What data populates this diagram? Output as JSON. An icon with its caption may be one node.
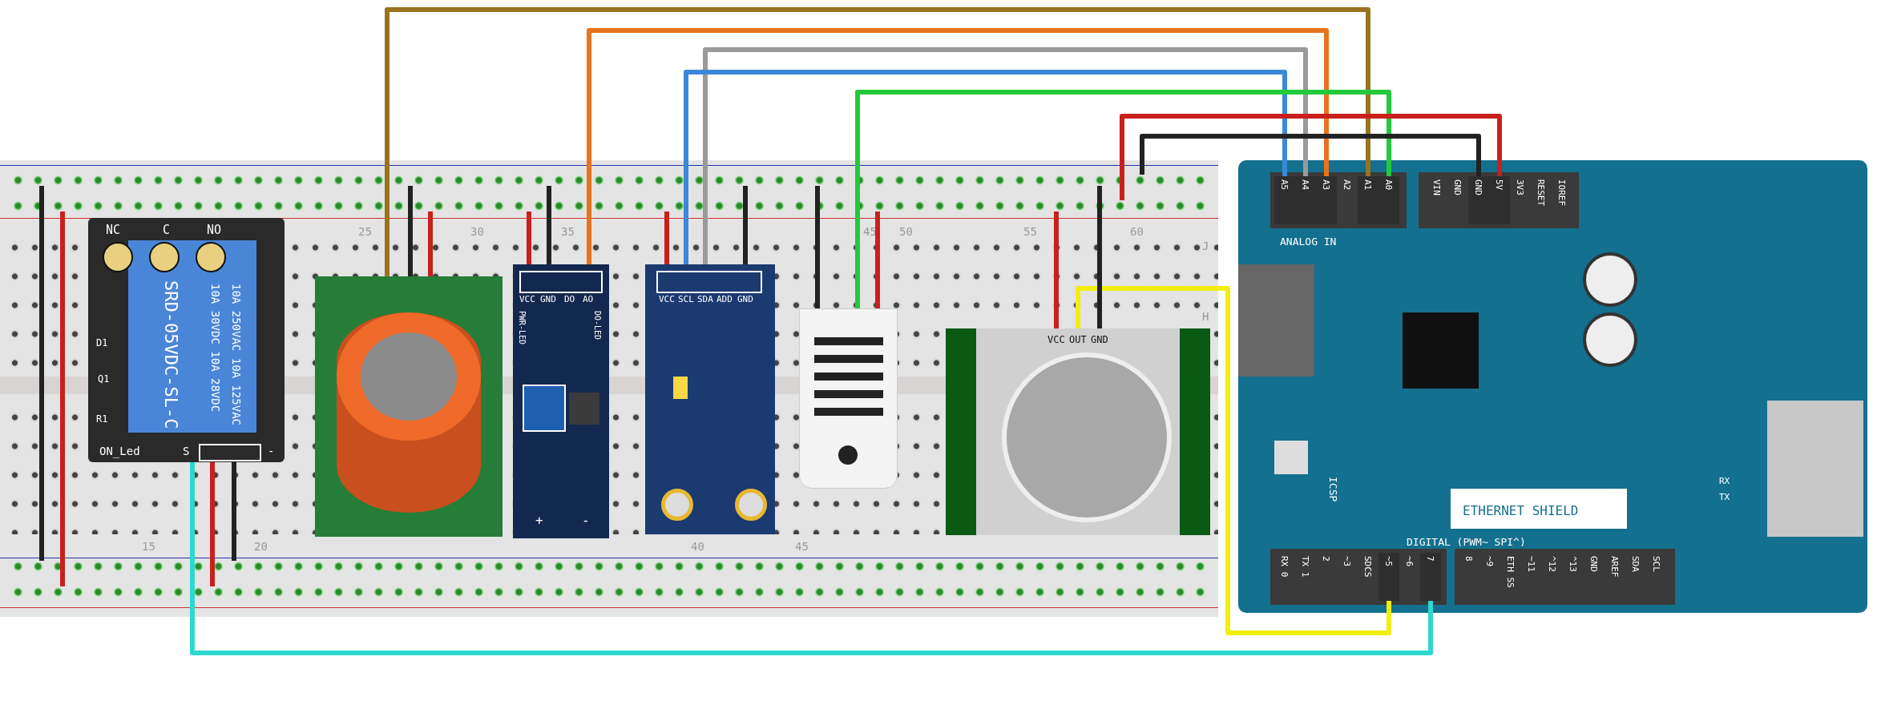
{
  "diagram": {
    "nodes": [
      {
        "text": [],
        "shape": "picture"
      },
      {
        "text": [],
        "shape": "bar",
        "in": 0
      },
      {
        "text": [],
        "shape": "bar",
        "in": 0
      },
      {
        "text": [],
        "shape": "bar",
        "in": 0
      },
      {
        "text": [],
        "shape": "bar",
        "in": 0
      },
      {
        "text": [
          "NC",
          "C",
          "NO",
          "10A 250VAC 10A 125VAC",
          "10A 30VDC 10A 28VDC",
          "SRD-05VDC-SL-C",
          "D1",
          "Q1",
          "R1",
          "ON_Led",
          "S",
          "-"
        ],
        "in": 0
      },
      {
        "text": [],
        "shape": "picture",
        "in": 0
      },
      {
        "text": [
          "VCC",
          "GND",
          "DO",
          "AO",
          "PWR-LED",
          "DO-LED",
          "+",
          "-"
        ],
        "in": 0
      },
      {
        "text": [
          "VCC",
          "SCL",
          "SDA",
          "ADD",
          "GND"
        ],
        "in": 0
      },
      {
        "text": [],
        "shape": "picture",
        "in": 0
      },
      {
        "text": [
          "VCC",
          "OUT",
          "GND"
        ],
        "in": 0
      },
      {
        "text": [
          "ANALOG IN",
          "A2",
          "VIN",
          "GND",
          "3V3",
          "RESET",
          "IOREF",
          "ICSP",
          "ETHERNET SHIELD",
          "DIGITAL (PWM~ SPI^)",
          "RX 0",
          "TX 1",
          "2",
          "~3",
          "SDCS",
          "~6",
          "8",
          "~9",
          "ETH SS",
          "~11",
          "^12",
          "^13",
          "GND",
          "AREF",
          "SDA",
          "SCL",
          "RX",
          "TX"
        ]
      },
      {
        "text": [
          "A5"
        ],
        "in": 11
      },
      {
        "text": [
          "A4"
        ],
        "in": 11
      },
      {
        "text": [
          "A3"
        ],
        "in": 11
      },
      {
        "text": [
          "A1"
        ],
        "in": 11
      },
      {
        "text": [
          "A0"
        ],
        "in": 11
      },
      {
        "text": [
          "GND"
        ],
        "in": 11
      },
      {
        "text": [
          "5V"
        ],
        "in": 11
      },
      {
        "text": [
          "~5"
        ],
        "in": 11
      },
      {
        "text": [
          "7"
        ],
        "in": 11
      }
    ],
    "edges": [
      {
        "from": 6,
        "to": 15,
        "arrow": "none",
        "color": "#9a7320"
      },
      {
        "from": 7,
        "to": 14,
        "arrow": "none",
        "color": "#e8731c"
      },
      {
        "from": 8,
        "to": 13,
        "arrow": "none",
        "color": "#9a9a9a"
      },
      {
        "from": 8,
        "to": 12,
        "arrow": "none",
        "color": "#3c88d8"
      },
      {
        "from": 9,
        "to": 16,
        "arrow": "none",
        "color": "#22c93a"
      },
      {
        "from": 2,
        "to": 18,
        "arrow": "none",
        "color": "#c8201c"
      },
      {
        "from": 1,
        "to": 17,
        "arrow": "none",
        "color": "#222222"
      },
      {
        "from": 10,
        "to": 19,
        "arrow": "none",
        "color": "#f2ee10"
      },
      {
        "from": 5,
        "to": 20,
        "arrow": "none",
        "color": "#2ed8d0"
      },
      {
        "from": 1,
        "to": 3,
        "arrow": "none",
        "color": "#222222"
      },
      {
        "from": 2,
        "to": 4,
        "arrow": "none",
        "color": "#c8201c"
      },
      {
        "from": 6,
        "to": 1,
        "arrow": "none",
        "color": "#222222"
      },
      {
        "from": 6,
        "to": 2,
        "arrow": "none",
        "color": "#c8201c"
      },
      {
        "from": 7,
        "to": 2,
        "arrow": "none",
        "color": "#c8201c"
      },
      {
        "from": 7,
        "to": 1,
        "arrow": "none",
        "color": "#222222"
      },
      {
        "from": 8,
        "to": 2,
        "arrow": "none",
        "color": "#c8201c"
      },
      {
        "from": 8,
        "to": 1,
        "arrow": "none",
        "color": "#222222"
      },
      {
        "from": 9,
        "to": 1,
        "arrow": "none",
        "color": "#222222"
      },
      {
        "from": 9,
        "to": 2,
        "arrow": "none",
        "color": "#c8201c"
      },
      {
        "from": 10,
        "to": 2,
        "arrow": "none",
        "color": "#c8201c"
      },
      {
        "from": 10,
        "to": 1,
        "arrow": "none",
        "color": "#222222"
      },
      {
        "from": 5,
        "to": 4,
        "arrow": "none",
        "color": "#c8201c"
      },
      {
        "from": 5,
        "to": 3,
        "arrow": "none",
        "color": "#222222"
      }
    ],
    "labels": [
      "25",
      "30",
      "35",
      "45",
      "50",
      "55",
      "60",
      "J",
      "H",
      "15",
      "20",
      "40",
      "45"
    ]
  }
}
